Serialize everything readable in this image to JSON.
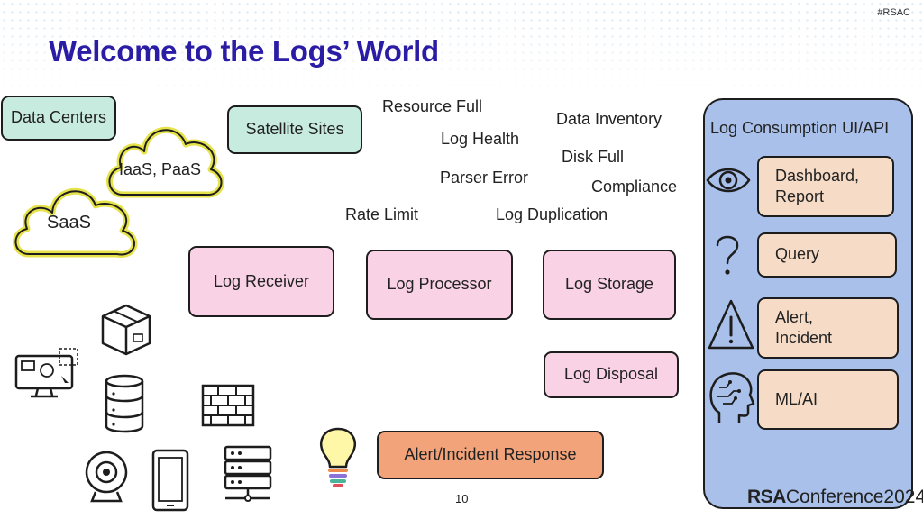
{
  "header": {
    "hashtag": "#RSAC",
    "title": "Welcome to the Logs’ World"
  },
  "sources": {
    "data_centers": "Data Centers",
    "satellite_sites": "Satellite Sites",
    "iaas_paas": "IaaS, PaaS",
    "saas": "SaaS"
  },
  "issues": {
    "resource_full": "Resource Full",
    "log_health": "Log Health",
    "data_inventory": "Data Inventory",
    "disk_full": "Disk Full",
    "parser_error": "Parser Error",
    "compliance": "Compliance",
    "rate_limit": "Rate Limit",
    "log_duplication": "Log Duplication"
  },
  "pipeline": {
    "receiver": "Log Receiver",
    "processor": "Log Processor",
    "storage": "Log Storage",
    "disposal": "Log Disposal",
    "response": "Alert/Incident Response"
  },
  "consumption": {
    "title": "Log Consumption UI/API",
    "dashboard": "Dashboard,\nReport",
    "query": "Query",
    "alert": "Alert,\nIncident",
    "mlai": "ML/AI"
  },
  "footer": {
    "page_number": "10",
    "brand_bold": "RSA",
    "brand_rest": "Conference",
    "brand_year": "2024"
  },
  "icons": [
    "eye-icon",
    "question-mark-icon",
    "warning-triangle-icon",
    "brain-head-icon",
    "package-box-icon",
    "monitor-icon",
    "database-icon",
    "firewall-icon",
    "webcam-icon",
    "mobile-device-icon",
    "server-rack-icon",
    "lightbulb-icon"
  ],
  "colors": {
    "title": "#2b1ca6",
    "teal_box": "#c8ebe0",
    "pink_box": "#f9d2e6",
    "peach_box": "#f6dcc6",
    "orange_box": "#f2a37a",
    "panel": "#a9c0ea",
    "cloud_outline": "#e5e24a"
  }
}
